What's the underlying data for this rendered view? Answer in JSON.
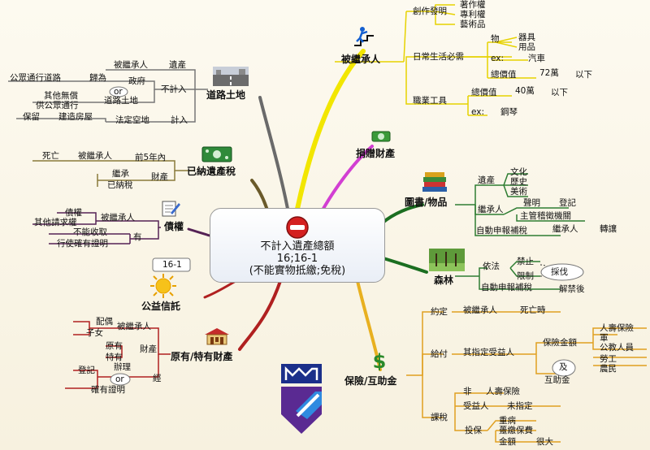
{
  "center": {
    "line1": "不計入遺產總額",
    "line2": "16;16-1",
    "line3": "(不能實物抵繳;免稅)"
  },
  "heir": {
    "title": "被繼承人",
    "creation": "創作發明",
    "works": [
      "著作權",
      "專利權",
      "藝術品"
    ],
    "daily": "日常生活必需",
    "thing": "物",
    "thing_items": [
      "器具",
      "用品"
    ],
    "ex": "ex:",
    "car": "汽車",
    "total": "總價值",
    "total_72": "72萬",
    "below": "以下",
    "tools": "職業工具",
    "total_40": "40萬",
    "piano": "鋼琴"
  },
  "donation": {
    "title": "捐贈財產"
  },
  "books": {
    "title": "圖書/物品",
    "estate": "遺產",
    "estate_items": [
      "文化",
      "歷史",
      "美術"
    ],
    "heir": "繼承人",
    "declare": "聲明",
    "register": "登記",
    "authority": "主管稽徵機關",
    "report": "自動申報補稅",
    "heir2": "繼承人",
    "transfer": "轉讓"
  },
  "forest": {
    "title": "森林",
    "law": "依法",
    "ban": "禁止",
    "limit": "限制",
    "cut": "採伐",
    "report": "自動申報補稅",
    "lift": "解禁後"
  },
  "insurance": {
    "title": "保險/互助金",
    "agreed": "約定",
    "heir_label": "被繼承人",
    "death": "死亡時",
    "pay": "給付",
    "designated": "其指定受益人",
    "ins_amount": "保險金額",
    "and": "及",
    "mutual": "互助金",
    "kinds": [
      "人壽保險",
      "軍",
      "公教人員",
      "勞工",
      "農民"
    ],
    "tax": "課稅",
    "not": "非",
    "life": "人壽保險",
    "beneficiary": "受益人",
    "undesignated": "未指定",
    "insure": "投保",
    "ill": "重病",
    "lump": "躉繳保費",
    "amount": "金額",
    "large": "很大"
  },
  "road": {
    "title": "道路土地",
    "heir": "被繼承人",
    "estate": "遺產",
    "public_road": "公眾通行道路",
    "belongs": "歸為",
    "gov": "政府",
    "or": "or",
    "road_land": "道路土地",
    "exclude": "不計入",
    "free": "其他無償",
    "for_public": "供公眾通行",
    "keep": "保留",
    "building": "建造房屋",
    "vacant": "法定空地",
    "include": "計入"
  },
  "paid_tax": {
    "title": "已納遺產稅",
    "death": "死亡",
    "heir": "被繼承人",
    "five_years": "前5年內",
    "inherit": "繼承",
    "paid": "已納稅",
    "property": "財產"
  },
  "claims": {
    "title": "債權",
    "claim": "債權",
    "other": "其他請求權",
    "heir": "被繼承人",
    "uncollect": "不能收取",
    "proof": "行使確有證明",
    "have": "有"
  },
  "charity": {
    "title": "公益信託",
    "tag": "16-1"
  },
  "original": {
    "title": "原有/特有財產",
    "spouse": "配偶",
    "children": "子女",
    "heir": "被繼承人",
    "own": "原有",
    "special": "特有",
    "property": "財產",
    "register": "登記",
    "handle": "辦理",
    "or": "or",
    "proof": "確有證明",
    "via": "經"
  },
  "colors": {
    "heir": "#f2e600",
    "donation": "#cc33cc",
    "books": "#2e7d32",
    "forest": "#2e7d32",
    "insurance": "#e0a020",
    "road": "#666666",
    "paid_tax": "#8a7a3a",
    "claims": "#552255",
    "charity": "#b02020",
    "original": "#b02020"
  }
}
